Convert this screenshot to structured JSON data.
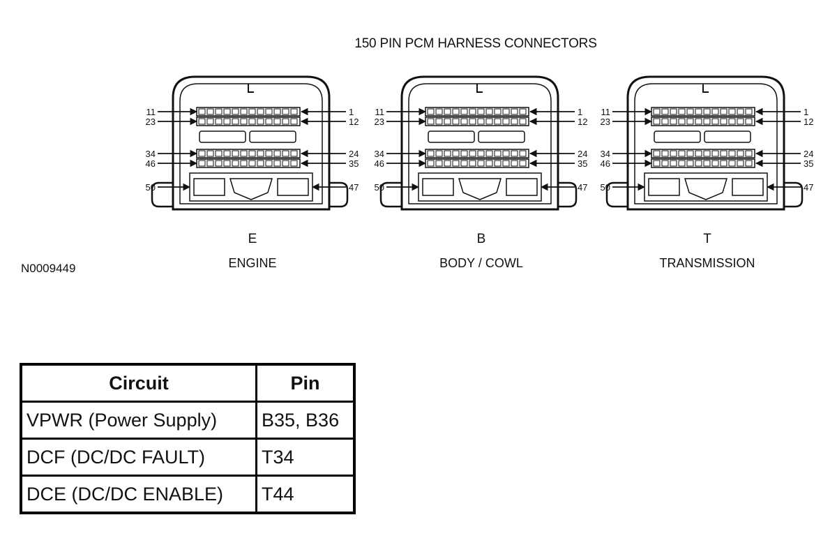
{
  "title": "150 PIN PCM HARNESS CONNECTORS",
  "figure_id": "N0009449",
  "connectors": [
    {
      "letter": "E",
      "name": "ENGINE"
    },
    {
      "letter": "B",
      "name": "BODY / COWL"
    },
    {
      "letter": "T",
      "name": "TRANSMISSION"
    }
  ],
  "pin_labels": {
    "left": [
      "11",
      "23",
      "34",
      "46",
      "50"
    ],
    "right": [
      "1",
      "12",
      "24",
      "35",
      "47"
    ]
  },
  "table": {
    "headers": [
      "Circuit",
      "Pin"
    ],
    "rows": [
      [
        "VPWR (Power Supply)",
        "B35, B36"
      ],
      [
        "DCF (DC/DC FAULT)",
        "T34"
      ],
      [
        "DCE (DC/DC ENABLE)",
        "T44"
      ]
    ]
  }
}
